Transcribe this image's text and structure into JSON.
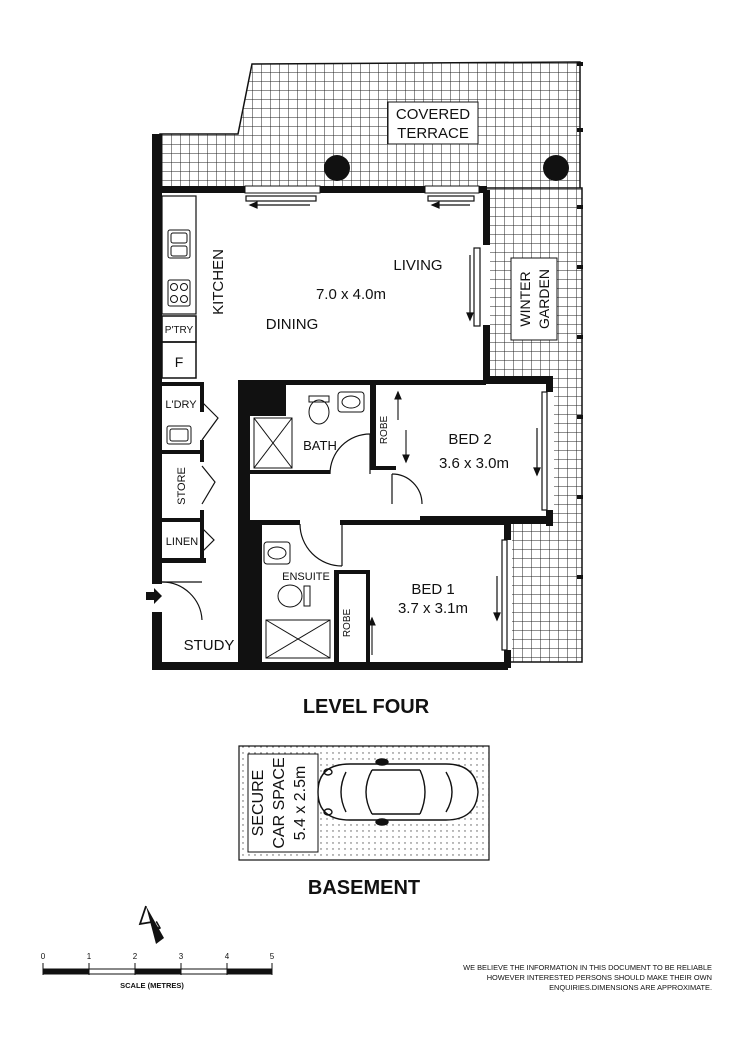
{
  "level_title": "LEVEL FOUR",
  "basement_title": "BASEMENT",
  "rooms": {
    "terrace_line1": "COVERED",
    "terrace_line2": "TERRACE",
    "winter_line1": "WINTER",
    "winter_line2": "GARDEN",
    "kitchen": "KITCHEN",
    "living": "LIVING",
    "living_dims": "7.0 x 4.0m",
    "dining": "DINING",
    "pantry": "P'TRY",
    "fridge": "F",
    "laundry": "L'DRY",
    "store": "STORE",
    "linen": "LINEN",
    "study": "STUDY",
    "bath": "BATH",
    "robe_bed2": "ROBE",
    "bed2": "BED 2",
    "bed2_dims": "3.6 x 3.0m",
    "ensuite": "ENSUITE",
    "robe_bed1": "ROBE",
    "bed1": "BED 1",
    "bed1_dims": "3.7 x 3.1m"
  },
  "car_space": {
    "line1": "SECURE",
    "line2": "CAR SPACE",
    "line3": "5.4 x 2.5m"
  },
  "scale": {
    "ticks": [
      "0",
      "1",
      "2",
      "3",
      "4",
      "5"
    ],
    "label": "SCALE (METRES)"
  },
  "compass": {
    "letter": "N"
  },
  "disclaimer": "WE BELIEVE THE INFORMATION IN THIS DOCUMENT TO BE RELIABLE HOWEVER INTERESTED PERSONS SHOULD MAKE THEIR OWN ENQUIRIES.DIMENSIONS ARE APPROXIMATE."
}
